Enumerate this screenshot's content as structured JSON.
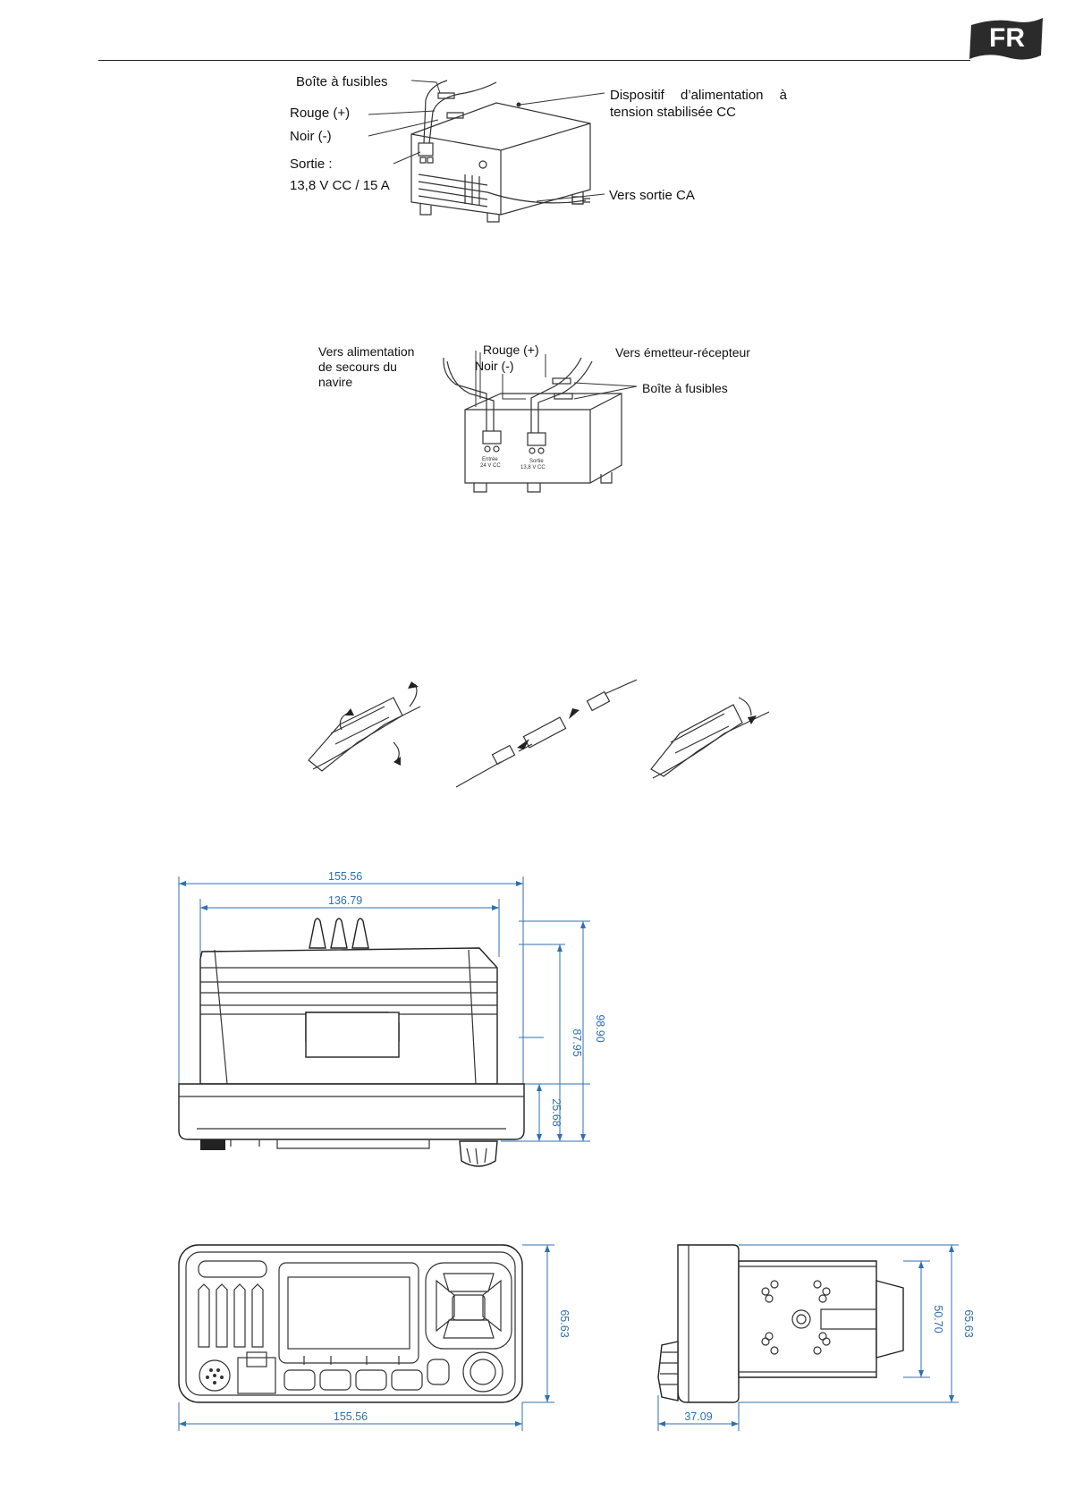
{
  "header": {
    "lang_badge": "FR",
    "badge_color": "#2b2b2b"
  },
  "fig1": {
    "fuse_box": "Boîte à fusibles",
    "red": "Rouge (+)",
    "black": "Noir (-)",
    "output_title": "Sortie :",
    "output_value": "13,8 V CC / 15 A",
    "device_line1": "Dispositif d’alimentation à",
    "device_line2": "tension stabilisée CC",
    "ac_out": "Vers sortie CA"
  },
  "fig2": {
    "emergency_line1": "Vers alimentation",
    "emergency_line2": "de secours du",
    "emergency_line3": "navire",
    "red": "Rouge (+)",
    "black": "Noir (-)",
    "transceiver": "Vers émetteur-récepteur",
    "fuse_box": "Boîte à fusibles",
    "input_line1": "Entrée",
    "input_line2": "24 V CC",
    "output_line1": "Sortie",
    "output_line2": "13,8 V CC"
  },
  "dims_top": {
    "overall_width": "155.56",
    "body_width": "136.79",
    "height_total": "98.90",
    "height_body": "87.95",
    "height_base": "25.68"
  },
  "dims_front": {
    "width": "155.56",
    "height": "65.63"
  },
  "dims_side": {
    "depth": "37.09",
    "bracket_height": "50.70",
    "height": "65.63"
  },
  "colors": {
    "dimension": "#2f6fb3",
    "line": "#333333"
  }
}
